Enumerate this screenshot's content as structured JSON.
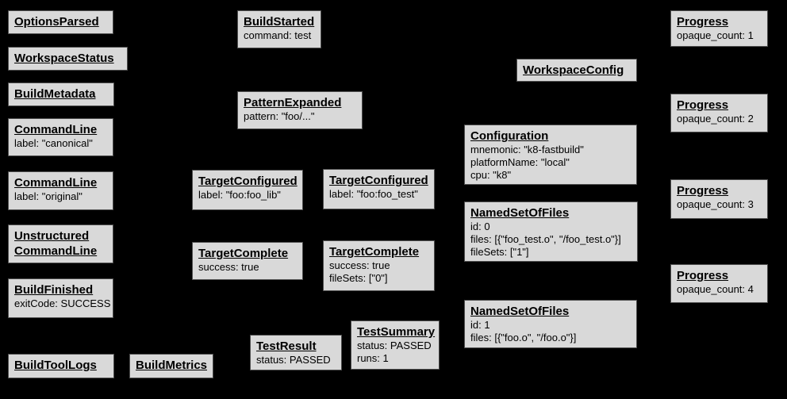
{
  "diagram": {
    "description": "Build event protocol graph",
    "background_color": "#000000",
    "box_fill_color": "#d9d9d9",
    "box_border_color": "#4f4f4f",
    "text_color": "#000000"
  },
  "boxes": [
    {
      "title": "OptionsParsed"
    },
    {
      "title": "WorkspaceStatus"
    },
    {
      "title": "BuildMetadata"
    },
    {
      "title": "CommandLine",
      "detail": "label: \"canonical\""
    },
    {
      "title": "CommandLine",
      "detail": "label: \"original\""
    },
    {
      "title": "Unstructured\nCommandLine"
    },
    {
      "title": "BuildFinished",
      "detail": "exitCode: SUCCESS"
    },
    {
      "title": "BuildToolLogs"
    },
    {
      "title": "BuildMetrics"
    },
    {
      "title": "BuildStarted",
      "detail": "command: test"
    },
    {
      "title": "PatternExpanded",
      "detail": "pattern: \"foo/...\""
    },
    {
      "title": "TargetConfigured",
      "detail": "label: \"foo:foo_lib\""
    },
    {
      "title": "TargetConfigured",
      "detail": "label: \"foo:foo_test\""
    },
    {
      "title": "TargetComplete",
      "detail": "success: true"
    },
    {
      "title": "TargetComplete",
      "detail": "success: true\nfileSets: [\"0\"]"
    },
    {
      "title": "TestResult",
      "detail": "status: PASSED"
    },
    {
      "title": "TestSummary",
      "detail": "status: PASSED\nruns: 1"
    },
    {
      "title": "WorkspaceConfig"
    },
    {
      "title": "Configuration",
      "detail": "mnemonic: \"k8-fastbuild\"\nplatformName: \"local\"\ncpu: \"k8\""
    },
    {
      "title": "NamedSetOfFiles",
      "detail": "id: 0\nfiles: [{\"foo_test.o\", \"/foo_test.o\"}]\nfileSets: [\"1\"]"
    },
    {
      "title": "NamedSetOfFiles",
      "detail": "id: 1\nfiles: [{\"foo.o\", \"/foo.o\"}]"
    },
    {
      "title": "Progress",
      "detail": "opaque_count: 1"
    },
    {
      "title": "Progress",
      "detail": "opaque_count: 2"
    },
    {
      "title": "Progress",
      "detail": "opaque_count: 3"
    },
    {
      "title": "Progress",
      "detail": "opaque_count: 4"
    }
  ]
}
